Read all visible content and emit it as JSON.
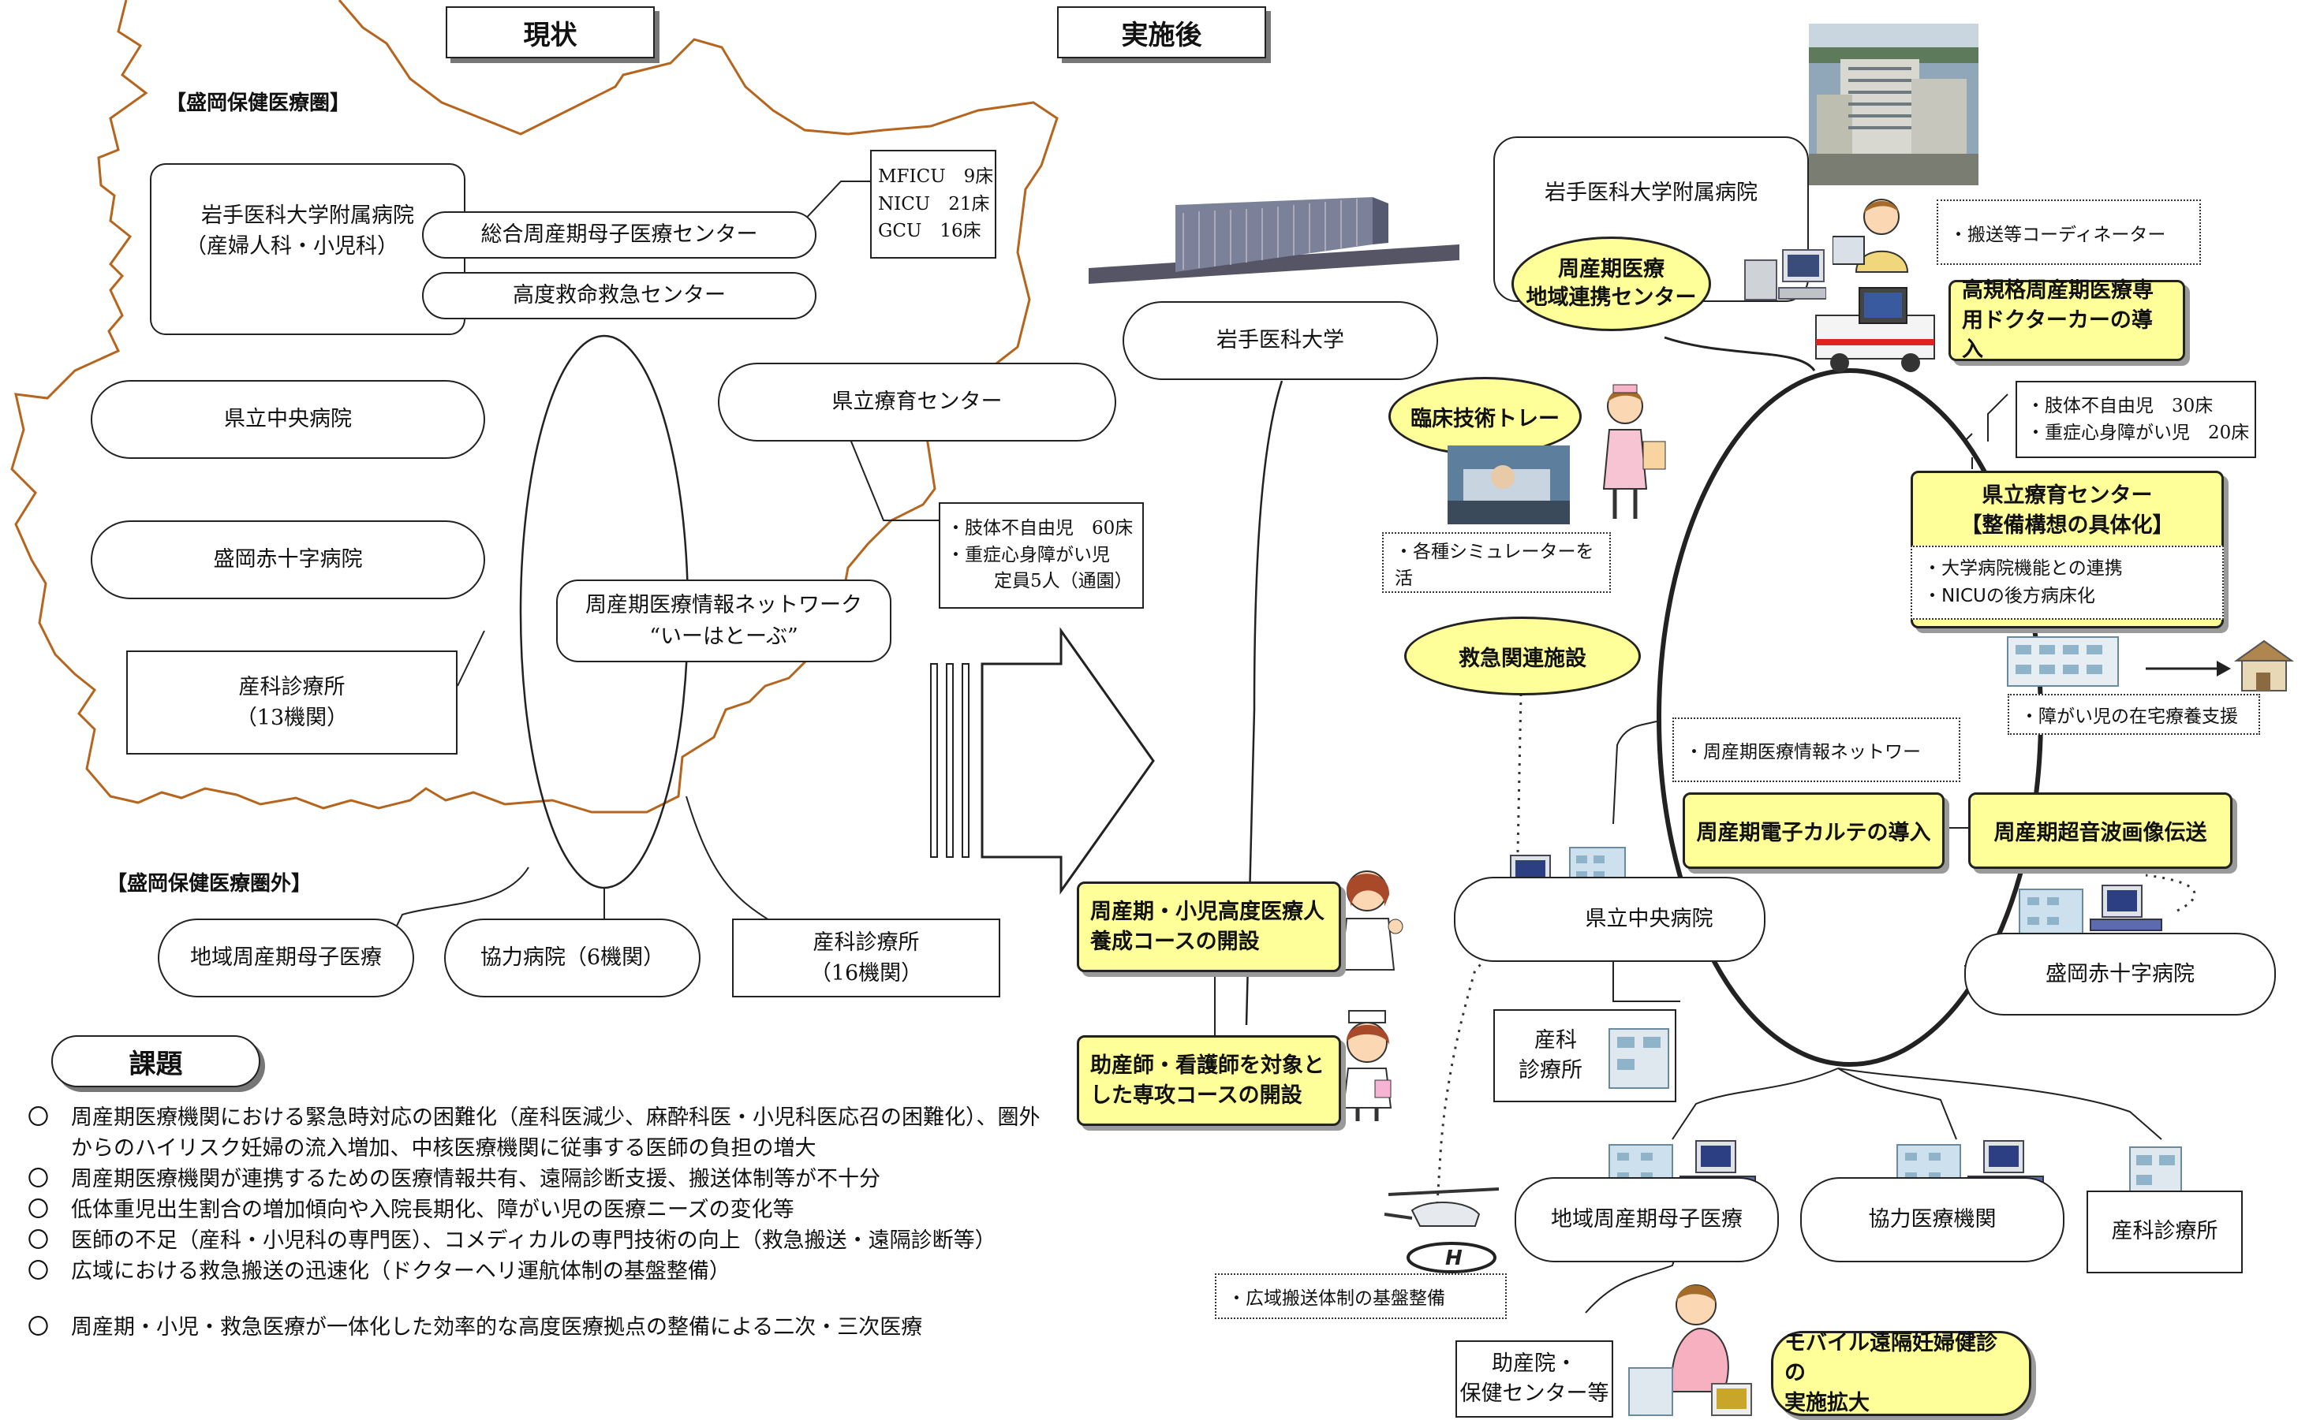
{
  "headers": {
    "current": "現状",
    "after": "実施後",
    "issues": "課題"
  },
  "left": {
    "zone_in_label": "【盛岡保健医療圏】",
    "zone_out_label": "【盛岡保健医療圏外】",
    "iwate_hospital": [
      "岩手医科大学附属病院",
      "（産婦人科・小児科）"
    ],
    "perinatal_center": "総合周産期母子医療センター",
    "emergency_center": "高度救命救急センター",
    "bed_list": [
      "MFICU　9床",
      "NICU　21床",
      "GCU　16床"
    ],
    "prefectural_central": "県立中央病院",
    "red_cross": "盛岡赤十字病院",
    "obgyn_clinic": [
      "産科診療所",
      "（13機関）"
    ],
    "network": [
      "周産期医療情報ネットワーク",
      "“いーはとーぶ”"
    ],
    "rehab_center": "県立療育センター",
    "rehab_beds": [
      "・肢体不自由児　60床",
      "・重症心身障がい児",
      "定員5人（通園）"
    ],
    "regional_center": "地域周産期母子医療",
    "coop_hospitals": "協力病院（6機関）",
    "obgyn_clinic_out": [
      "産科診療所",
      "（16機関）"
    ]
  },
  "issues": [
    "周産期医療機関における緊急時対応の困難化（産科医減少、麻酔科医・小児科医応召の困難化）、圏外からのハイリスク妊婦の流入増加、中核医療機関に従事する医師の負担の増大",
    "周産期医療機関が連携するための医療情報共有、遠隔診断支援、搬送体制等が不十分",
    "低体重児出生割合の増加傾向や入院長期化、障がい児の医療ニーズの変化等",
    "医師の不足（産科・小児科の専門医）、コメディカルの専門技術の向上（救急搬送・遠隔診断等）",
    "広域における救急搬送の迅速化（ドクターヘリ運航体制の基盤整備）",
    "周産期・小児・救急医療が一体化した効率的な高度医療拠点の整備による二次・三次医療"
  ],
  "issue_bullet": "〇",
  "right": {
    "univ": "岩手医科大学",
    "univ_hospital": "岩手医科大学附属病院",
    "liaison_center": [
      "周産期医療",
      "地域連携センター"
    ],
    "coordinator": "・搬送等コーディネーター",
    "doctor_car": [
      "高規格周産期医療専",
      "用ドクターカーの導入"
    ],
    "clinical_training": "臨床技術トレー",
    "simulator": "・各種シミュレーターを活",
    "emergency_facility": "救急関連施設",
    "rehab_beds": [
      "・肢体不自由児　30床",
      "・重症心身障がい児　20床"
    ],
    "rehab_center_title": [
      "県立療育センター",
      "【整備構想の具体化】"
    ],
    "rehab_items": [
      "・大学病院機能との連携",
      "・NICUの後方病床化"
    ],
    "home_support": "・障がい児の在宅療養支援",
    "info_network": "・周産期医療情報ネットワー",
    "e_chart": "周産期電子カルテの導入",
    "ultrasound": "周産期超音波画像伝送",
    "prefectural_central": "県立中央病院",
    "red_cross": "盛岡赤十字病院",
    "obgyn_clinic": [
      "産科",
      "診療所"
    ],
    "course1": [
      "周産期・小児高度医療人",
      "養成コースの開設"
    ],
    "course2": [
      "助産師・看護師を対象と",
      "した専攻コースの開設"
    ],
    "regional_center": "地域周産期母子医療",
    "coop_institutions": "協力医療機関",
    "obgyn_clinic2": "産科診療所",
    "transport": "・広域搬送体制の基盤整備",
    "midwife_center": [
      "助産院・",
      "保健センター等"
    ],
    "mobile_checkup": [
      "モバイル遠隔妊婦健診の",
      "実施拡大"
    ]
  }
}
